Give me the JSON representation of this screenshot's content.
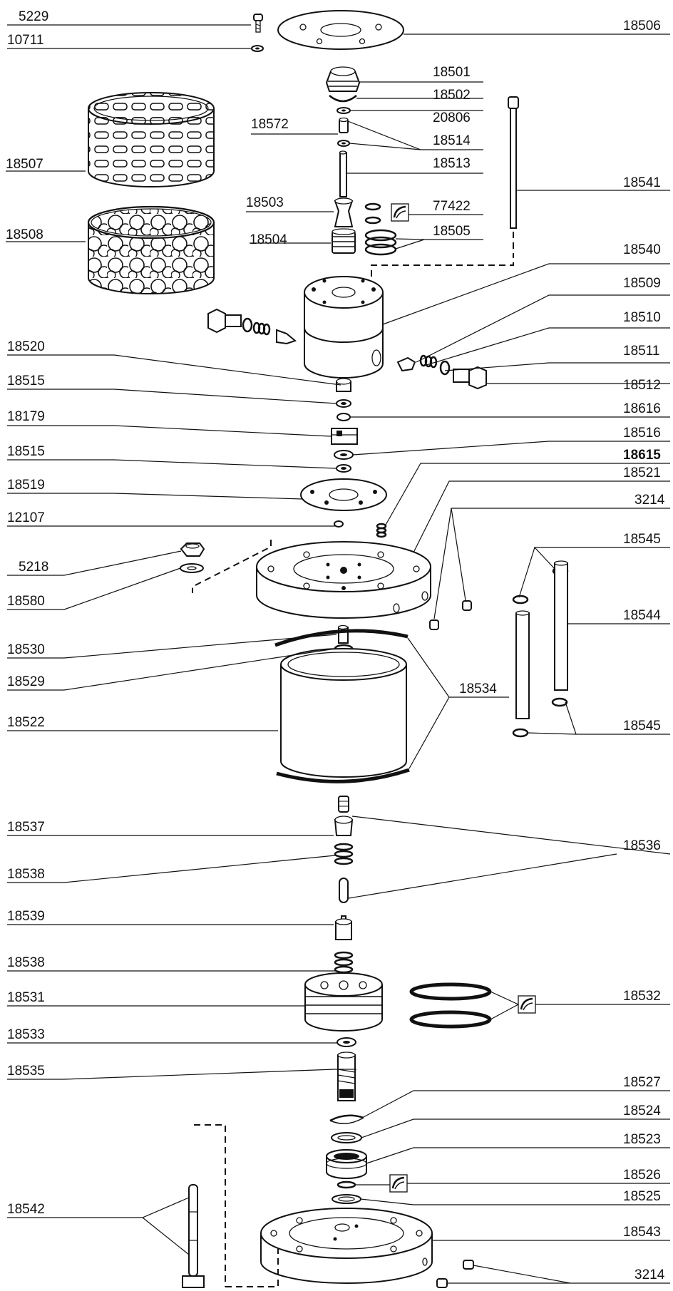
{
  "labels": {
    "l5229": "5229",
    "l10711": "10711",
    "l18506": "18506",
    "l18501": "18501",
    "l18502": "18502",
    "l20806": "20806",
    "l18572": "18572",
    "l18514": "18514",
    "l18507": "18507",
    "l18513": "18513",
    "l18541": "18541",
    "l18503": "18503",
    "l77422": "77422",
    "l18508": "18508",
    "l18504": "18504",
    "l18505": "18505",
    "l18540": "18540",
    "l18509": "18509",
    "l18510": "18510",
    "l18520": "18520",
    "l18511": "18511",
    "l18515a": "18515",
    "l18512": "18512",
    "l18616": "18616",
    "l18179": "18179",
    "l18516": "18516",
    "l18515b": "18515",
    "l18615": "18615",
    "l18521": "18521",
    "l18519": "18519",
    "l3214a": "3214",
    "l12107": "12107",
    "l18545a": "18545",
    "l5218": "5218",
    "l18580": "18580",
    "l18544": "18544",
    "l18530": "18530",
    "l18529": "18529",
    "l18534": "18534",
    "l18522": "18522",
    "l18545b": "18545",
    "l18537": "18537",
    "l18536": "18536",
    "l18538a": "18538",
    "l18539": "18539",
    "l18538b": "18538",
    "l18531": "18531",
    "l18532": "18532",
    "l18533": "18533",
    "l18535": "18535",
    "l18527": "18527",
    "l18524": "18524",
    "l18523": "18523",
    "l18526": "18526",
    "l18542": "18542",
    "l18525": "18525",
    "l18543": "18543",
    "l3214b": "3214"
  }
}
